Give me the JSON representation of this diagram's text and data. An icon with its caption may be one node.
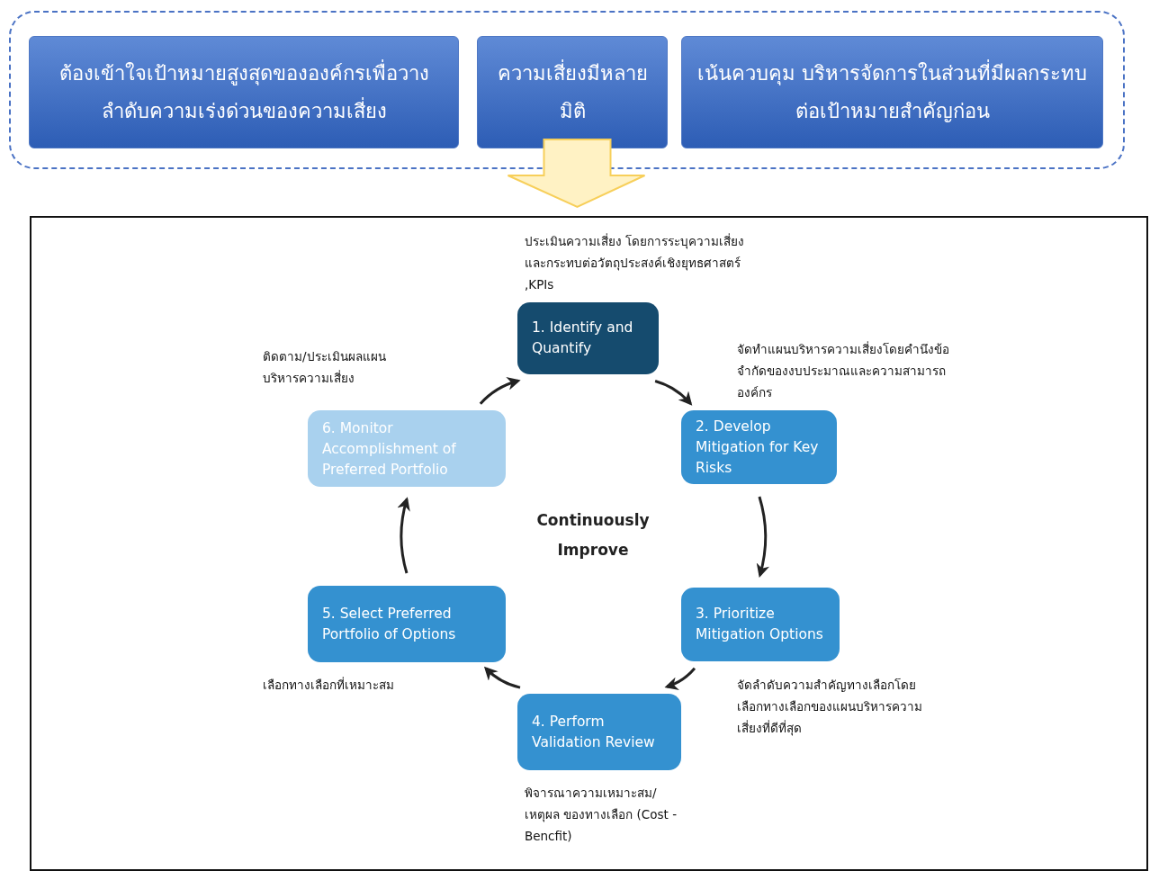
{
  "diagram": {
    "nodes": [
      {
        "text": [],
        "shape": "box"
      },
      {
        "text": [
          "ต้องเข้าใจเป้าหมายสูงสุดขององค์กรเพื่อวางลำดับความเร่งด่วนของความเสี่ยง"
        ],
        "in": 0
      },
      {
        "text": [
          "ความเสี่ยงมีหลายมิติ"
        ],
        "in": 0
      },
      {
        "text": [
          "เน้นควบคุม บริหารจัดการในส่วนที่มีผลกระทบต่อเป้าหมายสำคัญก่อน"
        ],
        "in": 0
      },
      {
        "text": [],
        "shape": "box"
      },
      {
        "text": [
          "1. Identify and Quantify"
        ],
        "in": 4,
        "beside": [
          "ประเมินความเสี่ยง โดยการระบุความเสี่ยงและกระทบต่อวัตถุประสงค์เชิงยุทธศาสตร์ ,KPIs"
        ]
      },
      {
        "text": [
          "2. Develop Mitigation for Key Risks"
        ],
        "in": 4,
        "beside": [
          "จัดทำแผนบริหารความเสี่ยงโดยคำนึงข้อจำกัดของงบประมาณและความสามารถองค์กร"
        ]
      },
      {
        "text": [
          "3. Prioritize Mitigation Options"
        ],
        "in": 4,
        "beside": [
          "จัดลำดับความสำคัญทางเลือกโดยเลือกทางเลือกของแผนบริหารความเสี่ยงที่ดีที่สุด"
        ]
      },
      {
        "text": [
          "4. Perform Validation Review"
        ],
        "in": 4,
        "beside": [
          "พิจารณาความเหมาะสม/เหตุผล ของทางเลือก (Cost - Bencfit)"
        ]
      },
      {
        "text": [
          "5. Select Preferred Portfolio of Options"
        ],
        "in": 4,
        "beside": [
          "เลือกทางเลือกที่เหมาะสม"
        ]
      },
      {
        "text": [
          "6. Monitor Accomplishment of Preferred Portfolio"
        ],
        "in": 4,
        "beside": [
          "ติดตาม/ประเมินผลแผนบริหารความเสี่ยง"
        ]
      }
    ],
    "edges": [
      {
        "from": 0,
        "to": 4,
        "arrow": "to",
        "style": "thick",
        "color": "#fff2c4"
      },
      {
        "from": 5,
        "to": 6,
        "arrow": "to"
      },
      {
        "from": 6,
        "to": 7,
        "arrow": "to"
      },
      {
        "from": 7,
        "to": 8,
        "arrow": "to"
      },
      {
        "from": 8,
        "to": 9,
        "arrow": "to"
      },
      {
        "from": 9,
        "to": 10,
        "arrow": "to"
      },
      {
        "from": 10,
        "to": 5,
        "arrow": "to"
      }
    ],
    "labels": [
      "Continuously Improve"
    ]
  }
}
